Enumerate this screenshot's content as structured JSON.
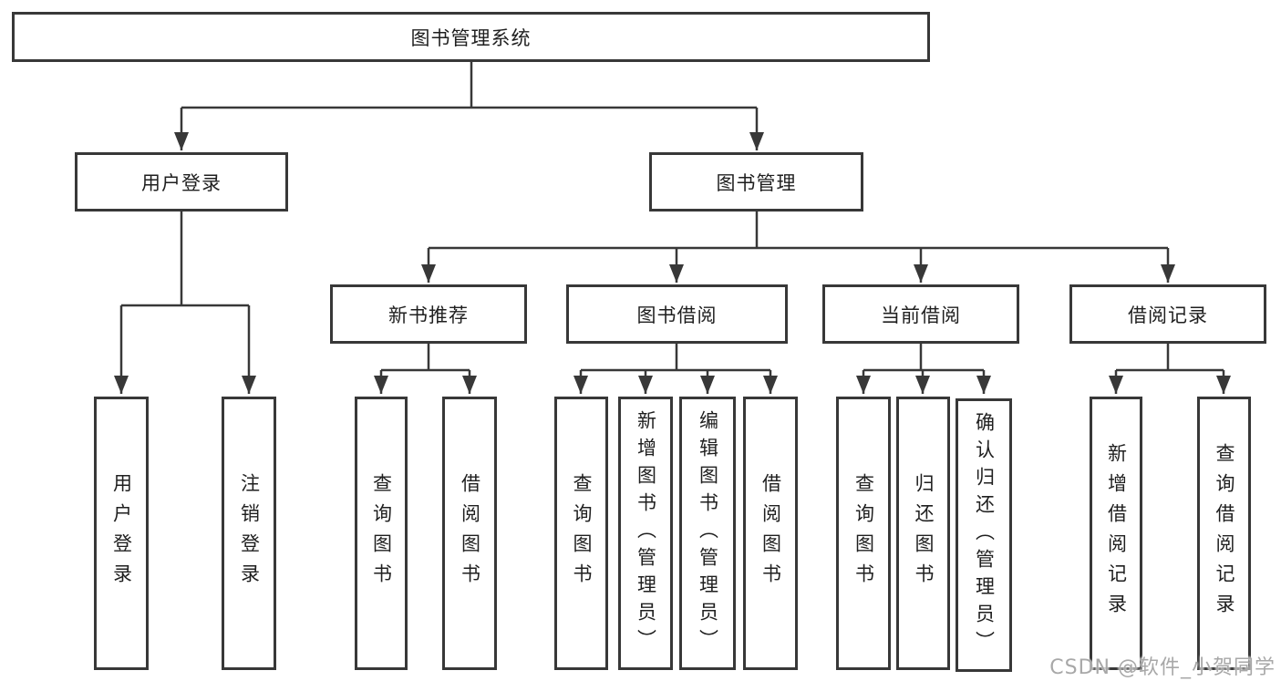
{
  "colors": {
    "line": "#383838",
    "box_border": "#383838",
    "text": "#1f1f1f",
    "watermark": "#a8a8a8",
    "background": "#ffffff"
  },
  "watermark": {
    "text": "CSDN @软件_小贺同学"
  },
  "diagram": {
    "type": "tree",
    "root": {
      "label": "图书管理系统"
    },
    "branches": [
      {
        "label": "用户登录",
        "children": [
          {
            "label": "用户登录"
          },
          {
            "label": "注销登录"
          }
        ]
      },
      {
        "label": "图书管理",
        "children": [
          {
            "label": "新书推荐",
            "children": [
              {
                "label": "查询图书"
              },
              {
                "label": "借阅图书"
              }
            ]
          },
          {
            "label": "图书借阅",
            "children": [
              {
                "label": "查询图书"
              },
              {
                "label": "新增图书（管理员）"
              },
              {
                "label": "编辑图书（管理员）"
              },
              {
                "label": "借阅图书"
              }
            ]
          },
          {
            "label": "当前借阅",
            "children": [
              {
                "label": "查询图书"
              },
              {
                "label": "归还图书"
              },
              {
                "label": "确认归还（管理员）"
              }
            ]
          },
          {
            "label": "借阅记录",
            "children": [
              {
                "label": "新增借阅记录"
              },
              {
                "label": "查询借阅记录"
              }
            ]
          }
        ]
      }
    ]
  }
}
